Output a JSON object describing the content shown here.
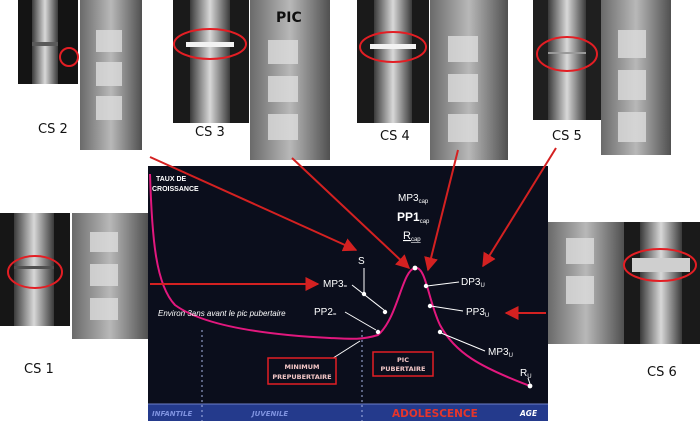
{
  "stages": [
    {
      "id": "cs1",
      "label": "CS 1"
    },
    {
      "id": "cs2",
      "label": "CS 2"
    },
    {
      "id": "cs3",
      "label": "CS 3"
    },
    {
      "id": "cs4",
      "label": "CS 4"
    },
    {
      "id": "cs5",
      "label": "CS 5"
    },
    {
      "id": "cs6",
      "label": "CS 6"
    }
  ],
  "xray_caption": "PIC",
  "chart": {
    "y_title_line1": "TAUX DE",
    "y_title_line2": "CROISSANCE",
    "annotation_environ": "Environ 3ans avant le pic pubertaire",
    "box_minimum_line1": "MINIMUM",
    "box_minimum_line2": "PREPUBERTAIRE",
    "box_pic_line1": "PIC",
    "box_pic_line2": "PUBERTAIRE",
    "periods": {
      "infantile": "INFANTILE",
      "juvenile": "JUVENILE",
      "adolescence": "ADOLESCENCE",
      "age": "AGE"
    },
    "markers": {
      "s": "S",
      "mp3_cap": "MP3",
      "mp3_cap_sub": "cap",
      "pp1_cap": "PP1",
      "pp1_cap_sub": "cap",
      "r_cap": "R",
      "r_cap_sub": "cap",
      "mp3_eq": "MP3",
      "mp3_eq_sub": "=",
      "pp2_eq": "PP2",
      "pp2_eq_sub": "=",
      "dp3u": "DP3",
      "dp3u_sub": "U",
      "pp3u": "PP3",
      "pp3u_sub": "U",
      "mp3u": "MP3",
      "mp3u_sub": "U",
      "ru": "R",
      "ru_sub": "U"
    }
  },
  "colors": {
    "chart_bg": "#0b0e1c",
    "axis_band": "#243a8c",
    "curve": "#e2187e",
    "arrow": "#d42121",
    "box_border": "#e31e24",
    "adolescence_text": "#e6352b"
  }
}
